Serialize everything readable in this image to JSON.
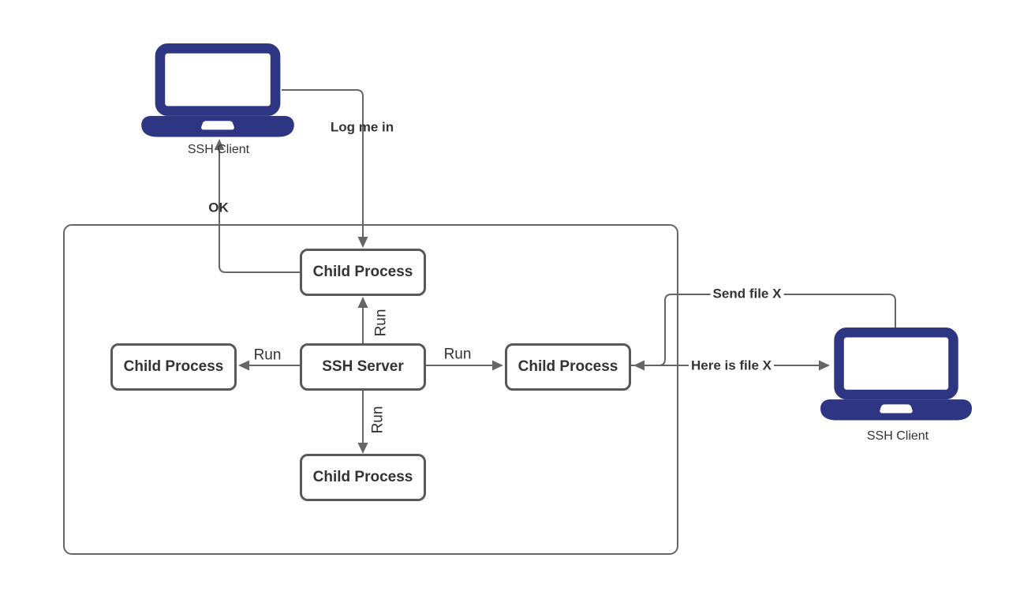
{
  "diagram": {
    "title": "SSH server and child processes",
    "nodes": {
      "ssh_server": {
        "label": "SSH Server"
      },
      "child_top": {
        "label": "Child Process"
      },
      "child_left": {
        "label": "Child Process"
      },
      "child_right": {
        "label": "Child Process"
      },
      "child_bottom": {
        "label": "Child Process"
      },
      "client_left": {
        "label": "SSH Client"
      },
      "client_right": {
        "label": "SSH Client"
      }
    },
    "edges": {
      "log_me_in": {
        "label": "Log me in"
      },
      "ok": {
        "label": "OK"
      },
      "run_top": {
        "label": "Run"
      },
      "run_left": {
        "label": "Run"
      },
      "run_right": {
        "label": "Run"
      },
      "run_bottom": {
        "label": "Run"
      },
      "send_file": {
        "label": "Send file X"
      },
      "here_is_file": {
        "label": "Here is file X"
      }
    },
    "colors": {
      "laptop": "#2E3583",
      "line": "#666666",
      "box_border": "#595959",
      "text": "#333333"
    }
  }
}
